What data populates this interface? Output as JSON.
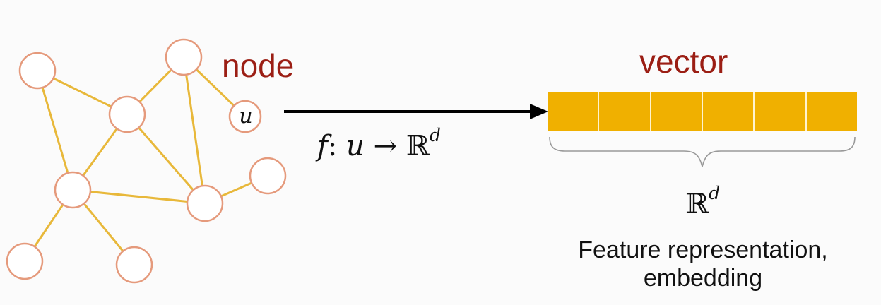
{
  "graph": {
    "title": "node",
    "node_u_label": "u"
  },
  "mapping": {
    "function": "f",
    "colon": ":",
    "variable": "u",
    "arrow": "→",
    "space": "ℝ",
    "exponent": "d"
  },
  "vector": {
    "title": "vector",
    "cells": 6,
    "space": "ℝ",
    "exponent": "d",
    "caption_line1": "Feature representation,",
    "caption_line2": "embedding"
  },
  "colors": {
    "edge": "#e8b83a",
    "node_stroke": "#e59a7c",
    "label_red": "#9b1e14",
    "vector_fill": "#f0b000"
  }
}
